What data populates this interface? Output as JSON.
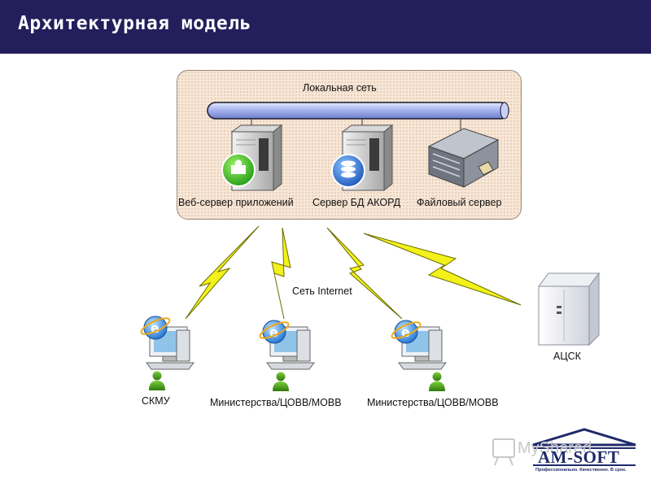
{
  "header": {
    "title": "Архитектурная модель"
  },
  "lan": {
    "label": "Локальная сеть",
    "servers": [
      {
        "label": "Веб-сервер приложений",
        "icon": "web-server-icon"
      },
      {
        "label": "Сервер БД АКОРД",
        "icon": "database-server-icon"
      },
      {
        "label": "Файловый сервер",
        "icon": "file-server-icon"
      }
    ]
  },
  "internet": {
    "label": "Сеть  Internet"
  },
  "clients": [
    {
      "label": "СКМУ",
      "icon": "workstation-icon"
    },
    {
      "label": "Министерства/ЦОВВ/МОВВ",
      "icon": "workstation-icon"
    },
    {
      "label": "Министерства/ЦОВВ/МОВВ",
      "icon": "workstation-icon"
    }
  ],
  "atsk": {
    "label": "АЦСК",
    "icon": "server-tower-icon"
  },
  "logo": {
    "watermark": "MyShared",
    "name": "AM-SOFT",
    "tagline": "Профессионально. Качественно. В срок."
  },
  "colors": {
    "header_bg": "#231f5c",
    "lan_bg": "#f8e6d6",
    "bolt": "#f2f21a",
    "bus": "#a9b6f0",
    "logo": "#1f2a6b"
  }
}
